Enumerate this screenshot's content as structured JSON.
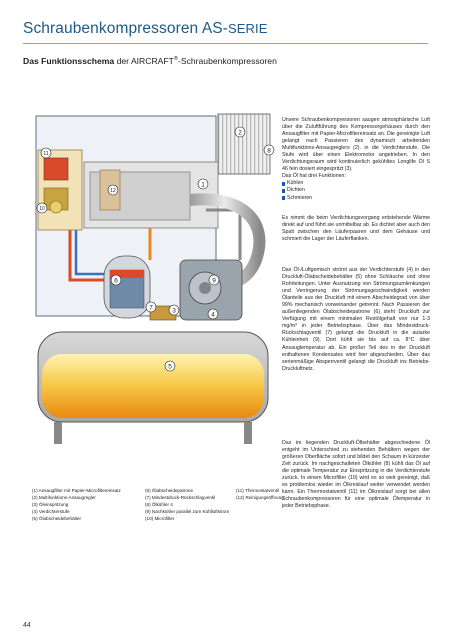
{
  "title": {
    "main": "Schraubenkompressoren AS-",
    "smallcaps": "Serie"
  },
  "subtitle": {
    "bold": "Das Funktionsschema",
    "rest": " der AIRCRAFT",
    "reg": "®",
    "tail": "-Schraubenkompressoren"
  },
  "intro": {
    "text": "Unsere Schraubenkompressoren saugen atmosphärische Luft über die Zuluftführung des Kompressorgehäuses durch den Ansaugfilter mit Papier-Microfiltereinsatz an. Die gereinigte Luft gelangt nach Passieren des dynamisch arbeitenden Multifunktions-Ansaugreglers (2). in die Verdichterstufe. Die Stufe wird über einen Elektromotor angetrieben. In den Verdichtungsraum wird kontinuierlich gekühltes Longlife Öl S 46 fein dosiert eingespritzt (3).",
    "oil_functions_label": "Das Öl hat drei Funktionen:"
  },
  "oil_functions": [
    {
      "label": "Kühlen",
      "color": "#1e55b0"
    },
    {
      "label": "Dichten",
      "color": "#1e55b0"
    },
    {
      "label": "Schmieren",
      "color": "#1e55b0"
    }
  ],
  "paragraphs": {
    "p2": "Es nimmt die beim Verdichtungsvorgang entstehende Wärme direkt auf und führt sie unmittelbar ab. Es dichtet aber auch den Spalt zwischen den Läuferpaaren und dem Gehäuse und schmiert die Lager der Läuferflanken.",
    "p3": "Das Öl-/Luftgemisch strömt aus der Verdichterstufe (4) in den Druckluft-Ölabscheidebehälter (5) ohne Schläuche und ohne Rohrleitungen. Unter Ausnutzung von Strömungsumlenkungen und Verringerung der Strömungsgeschwindigkeit werden Ölanteile aus der Druckluft mit einem Abscheidegrad von über 99% mechanisch vorweinander getrennt. Nach Passieren der außenliegenden Ölabscheidepatrone (6) steht Druckluft zur Verfügung mit einem minimalen Restölgehalt von nur 1-3 mg/m³ in jeder Betriebsphase. Über das Mindestdruck-Rückschlagventil (7) gelangt die Druckluft in die autarke Kühleinheit (9). Dort kühlt sie bis auf ca. 8°C über Ansaugtemperatur ab. Ein großer Teil des in der Druckluft enthaltenen Kondensates wird hier abgeschieden. Über das serienmäßige Absperrventil gelangt die Druckluft ins Betriebs-Druckluftnetz.",
    "p4": "Das im liegenden Druckluft-Ölbehälter abgeschiedene Öl entgeht im Unterschied zu stehenden Behältern wegen der größeren Oberfläche sofort und bildet den Schaum in kürzester Zeit zurück. Im nachgeschalteten Ölkühler (8) kühlt das Öl auf die optimale Temperatur zur Einspritzung in die Verdichterstufe zurück. In einem Microfilter (10) wird es so weit gereinigt, daß es problemlos wieder im Ölkreislauf weiter verwendet werden kann. Ein Thermostatventil (11) im Ölkreislauf sorgt bei allen Schraubenkompressoren für eine optimale Ölemperatur in jeder Betriebsphase."
  },
  "diagram_numbers": [
    "1",
    "2",
    "3",
    "4",
    "5",
    "6",
    "7",
    "8",
    "9",
    "10",
    "11",
    "12"
  ],
  "legend": {
    "col1": [
      "(1) Ansaugfilter mit Papier-Microfiltereinsatz",
      "(2) Multifunktions-Ansaugregler",
      "(3) Öleinspritzung",
      "(4) Verdichterstufe",
      "(5) Ölabscheidebehälter"
    ],
    "col2": [
      "(6) Ölabscheidepatrone",
      "(7) Mindestdruck-Rückschlagventil",
      "(8) Ölkühler 4",
      "(9) Nachkühler parallel zum Kühlluftstrom",
      "(10) Microfilter"
    ],
    "col3": [
      "(11) Thermostatventil",
      "(12) Reinigungsöffnung"
    ]
  },
  "page_number": "44"
}
